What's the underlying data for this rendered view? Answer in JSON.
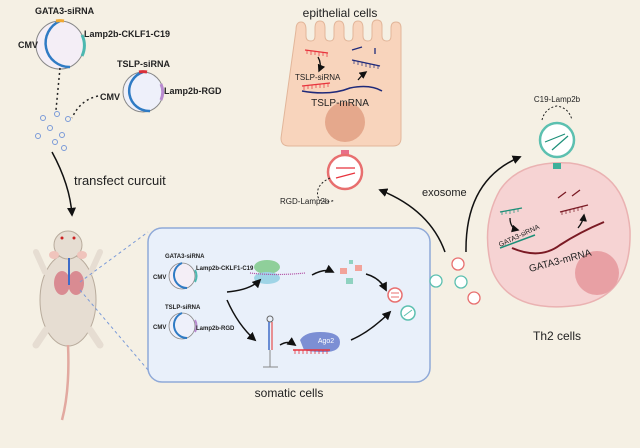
{
  "colors": {
    "background": "#f5f0e4",
    "plasmid_cmv": "#2f7bc4",
    "gata3_insert": "#f0a830",
    "cklf1_insert": "#4cb8b0",
    "tslp_insert": "#d9303a",
    "rgd_insert": "#b98ad0",
    "epithelial_cell": "#f8d4bc",
    "th2_cell": "#f6d3d3",
    "somatic_box": "#e9f0fa",
    "somatic_border": "#8fa9d8",
    "tslp_sirna": "#e8333d",
    "tslp_mrna": "#1f2a7a",
    "gata3_sirna": "#1c8f78",
    "gata3_mrna": "#7a1a24",
    "exosome_red": "#e86f6f",
    "exosome_teal": "#5cc0b0",
    "ago2": "#7c8fd4"
  },
  "plasmids": {
    "gata3": {
      "insert": "GATA3-siRNA",
      "promoter": "CMV",
      "fusion": "Lamp2b-CKLF1-C19"
    },
    "tslp": {
      "insert": "TSLP-siRNA",
      "promoter": "CMV",
      "fusion": "Lamp2b-RGD"
    }
  },
  "labels": {
    "transfect": "transfect curcuit",
    "epithelial": "epithelial cells",
    "tslp_sirna": "TSLP-siRNA",
    "tslp_mrna": "TSLP-mRNA",
    "rgd_lamp2b": "RGD-Lamp2b",
    "exosome": "exosome",
    "c19_lamp2b": "C19-Lamp2b",
    "gata3_sirna": "GATA3-siRNA",
    "gata3_mrna": "GATA3-mRNA",
    "th2": "Th2 cells",
    "somatic": "somatic cells",
    "ago2": "Ago2"
  },
  "somatic_box": {
    "gata3": {
      "insert": "GATA3-siRNA",
      "promoter": "CMV",
      "fusion": "Lamp2b-CKLF1-C19"
    },
    "tslp": {
      "insert": "TSLP-siRNA",
      "promoter": "CMV",
      "fusion": "Lamp2b-RGD"
    }
  }
}
